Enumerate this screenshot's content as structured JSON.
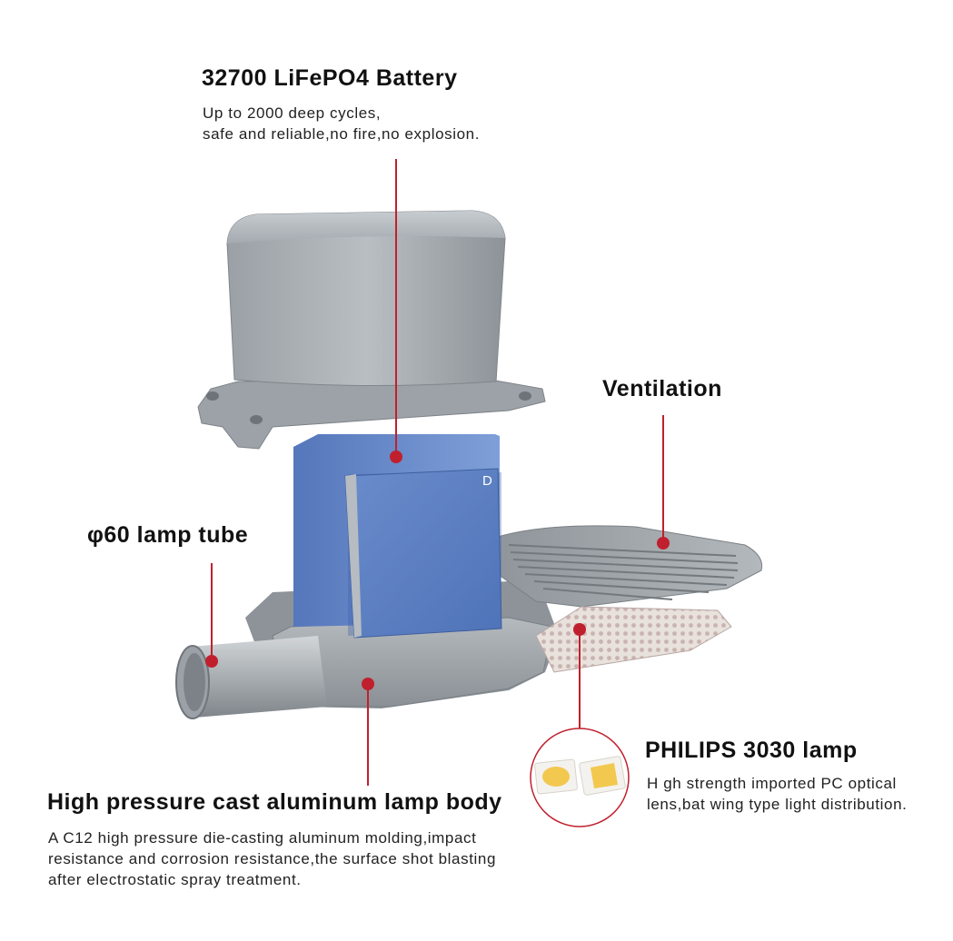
{
  "colors": {
    "accent": "#c0202e",
    "body_gray": "#9da3a8",
    "battery_blue": "#5b7fc4"
  },
  "labels": {
    "battery": {
      "title": "32700 LiFePO4 Battery",
      "line1": "Up to 2000 deep cycles,",
      "line2": "safe and reliable,no fire,no explosion."
    },
    "ventilation": {
      "title": "Ventilation"
    },
    "lamp_tube": {
      "title": "φ60 lamp tube"
    },
    "philips": {
      "title": "PHILIPS 3030 lamp",
      "line1": "H gh strength imported PC optical",
      "line2": "lens,bat wing type light distribution."
    },
    "body": {
      "title": "High pressure cast aluminum lamp body",
      "line1": "A  C12 high pressure die-casting aluminum molding,impact",
      "line2": "resistance and corrosion resistance,the surface shot blasting",
      "line3": "after electrostatic spray treatment."
    },
    "battery_face_letter": "D"
  },
  "icons": [
    "led-chip-round-icon",
    "led-chip-square-icon"
  ]
}
